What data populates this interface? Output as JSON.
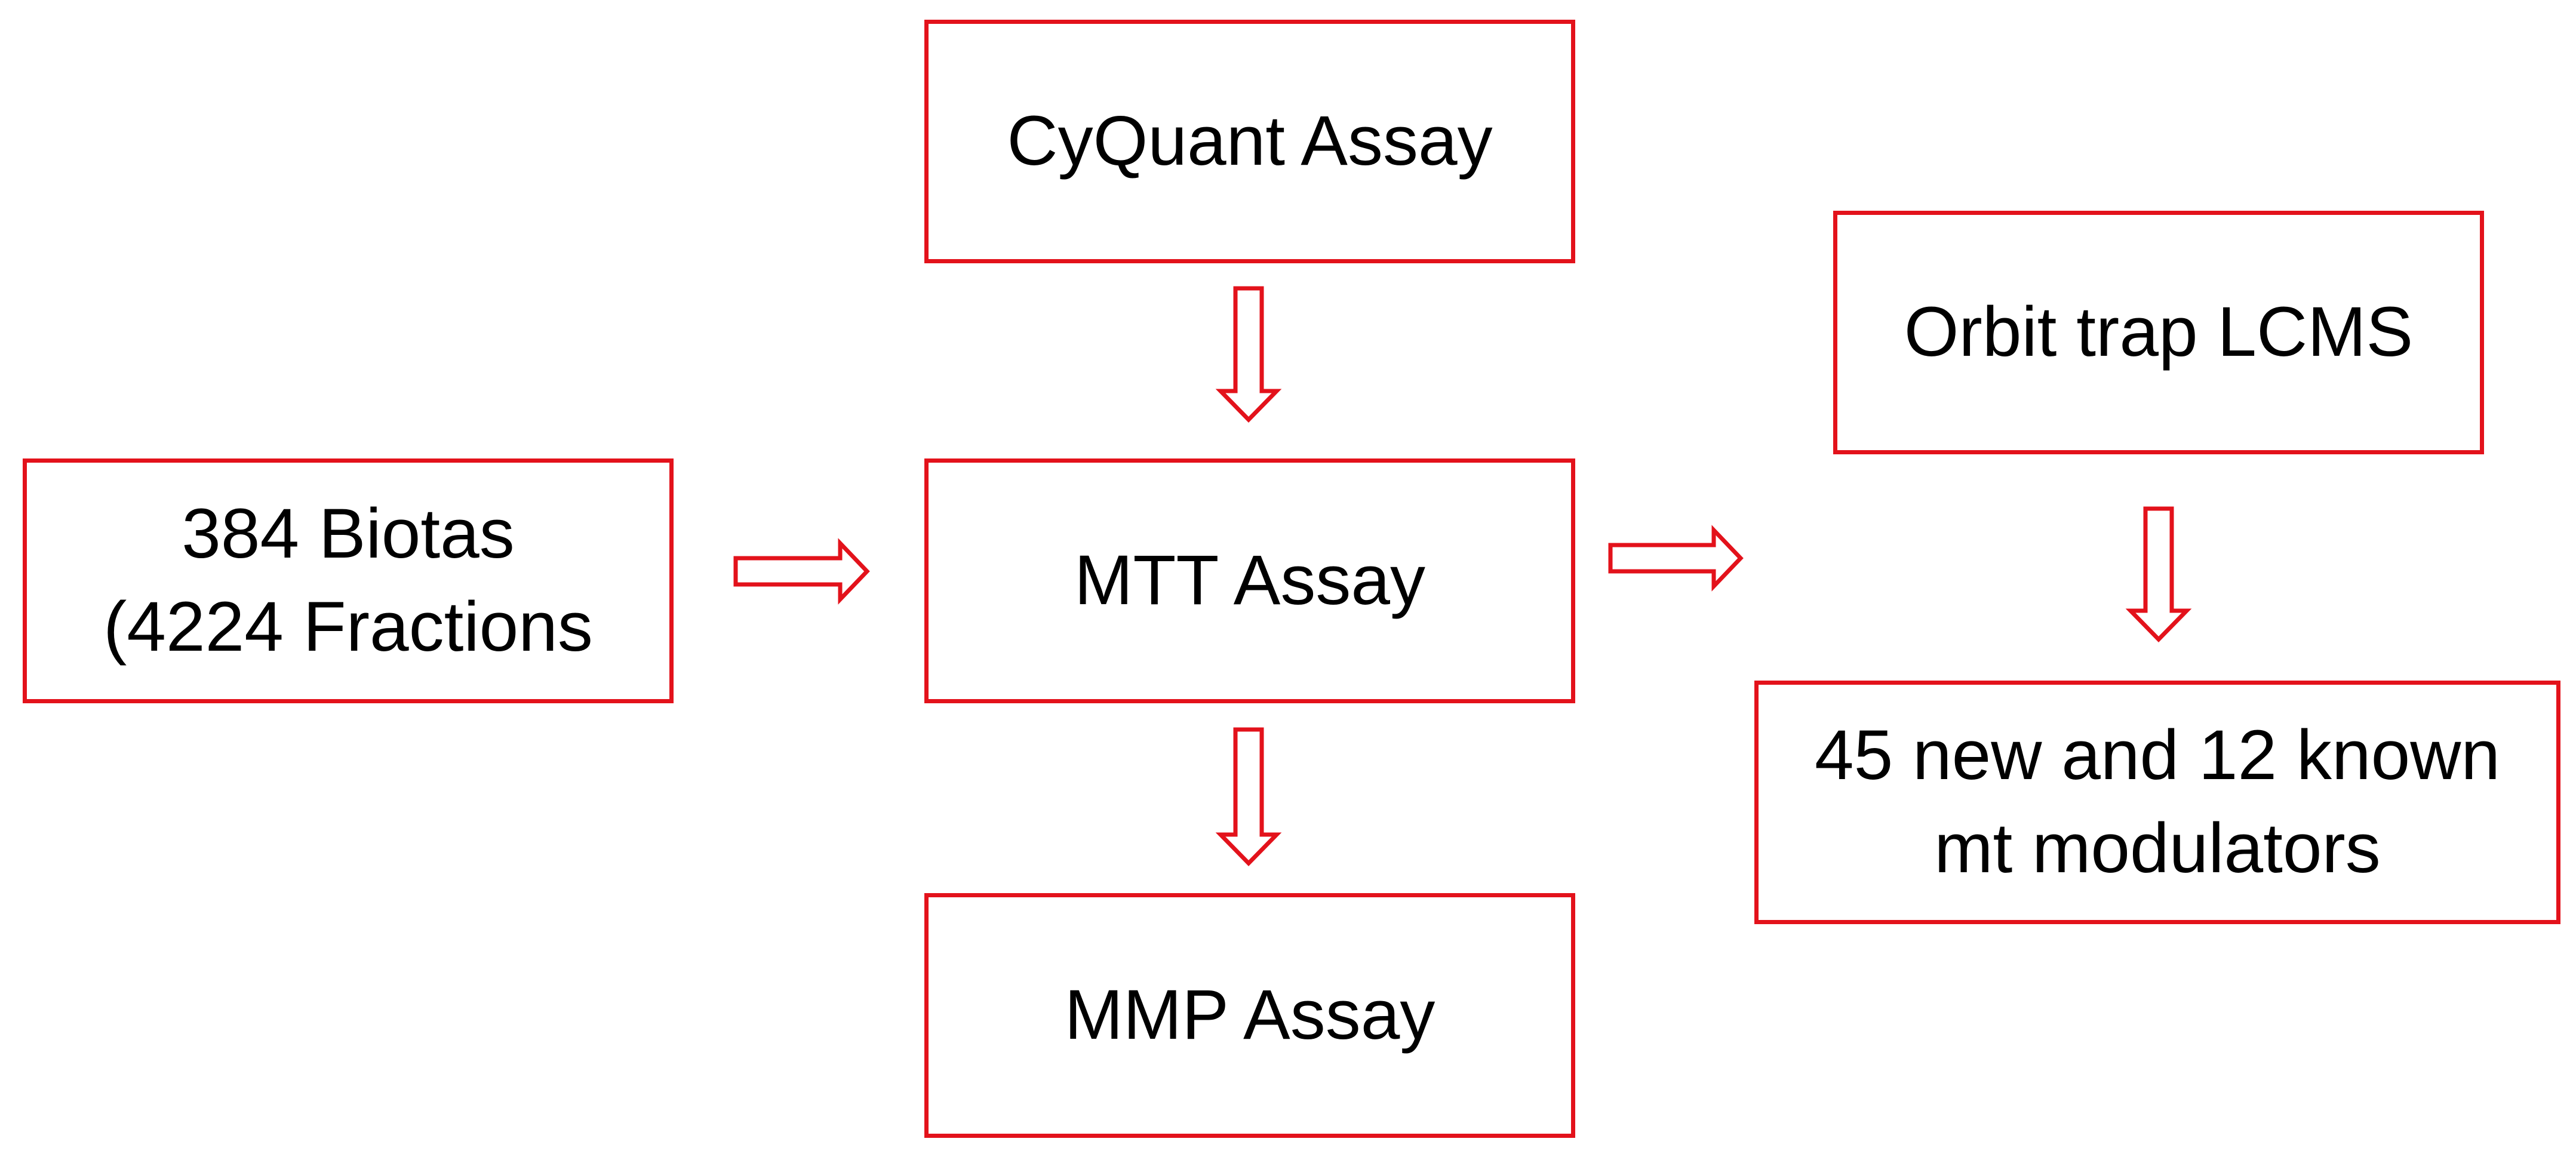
{
  "colors": {
    "border": "#e3121b",
    "text": "#000000",
    "background": "#ffffff"
  },
  "boxes": {
    "biotas": {
      "line1": "384 Biotas",
      "line2": "(4224 Fractions"
    },
    "cyquant": {
      "label": "CyQuant Assay"
    },
    "mtt": {
      "label": "MTT Assay"
    },
    "mmp": {
      "label": "MMP Assay"
    },
    "orbitrap": {
      "label": "Orbit trap LCMS"
    },
    "modulators": {
      "line1": "45 new and 12 known",
      "line2": "mt modulators"
    }
  },
  "arrows": [
    {
      "from": "biotas",
      "to": "mtt",
      "direction": "right"
    },
    {
      "from": "cyquant",
      "to": "mtt",
      "direction": "down"
    },
    {
      "from": "mtt",
      "to": "mmp",
      "direction": "down"
    },
    {
      "from": "mtt",
      "to": "orbitrap",
      "direction": "right"
    },
    {
      "from": "orbitrap",
      "to": "modulators",
      "direction": "down"
    }
  ]
}
